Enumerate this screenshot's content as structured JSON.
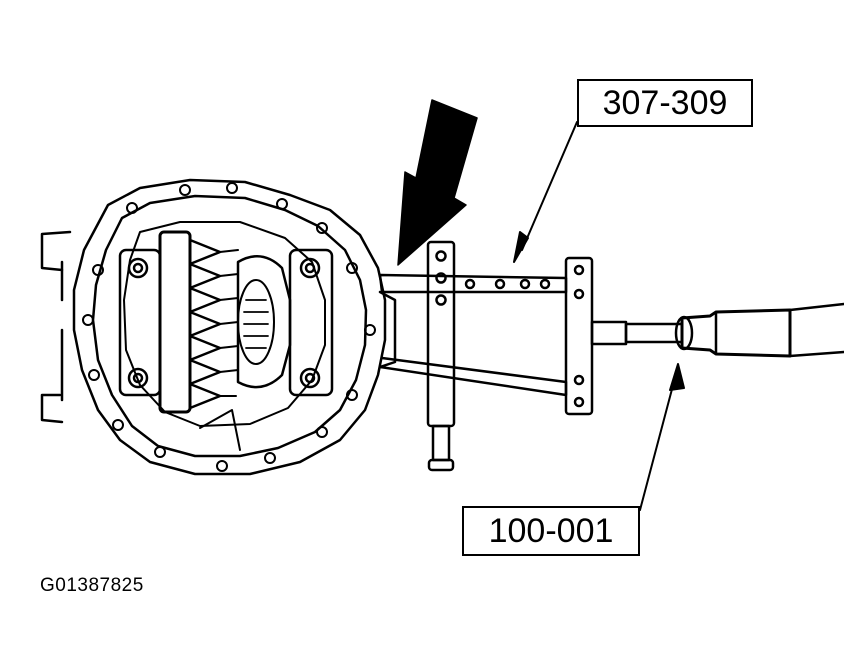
{
  "callouts": {
    "tool_1": "307-309",
    "tool_2": "100-001"
  },
  "figure_code": "G01387825",
  "colors": {
    "line": "#000000",
    "background": "#ffffff"
  }
}
